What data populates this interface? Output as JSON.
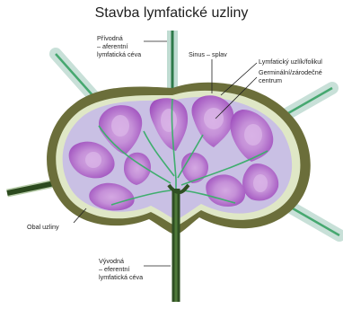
{
  "title": "Stavba lymfatické uzliny",
  "labels": {
    "afferent": [
      "Přívodná",
      "– aferentní",
      "lymfatická céva"
    ],
    "sinus": "Sinus – splav",
    "follicle": "Lymfatický uzlík/folikul",
    "germinal": [
      "Germinální/zárodečné",
      "centrum"
    ],
    "capsule": "Obal uzliny",
    "efferent": [
      "Vývodná",
      "– eferentní",
      "lymfatická céva"
    ]
  },
  "colors": {
    "capsule": "#6b6e3a",
    "cortex": "#c9c0e4",
    "follicle": "#a34fc0",
    "germinal": "#cda0dd",
    "vessel_outer": "#c8e0d8",
    "vessel_inner": "#37a36a",
    "efferent_vessel": "#2f4f23"
  }
}
